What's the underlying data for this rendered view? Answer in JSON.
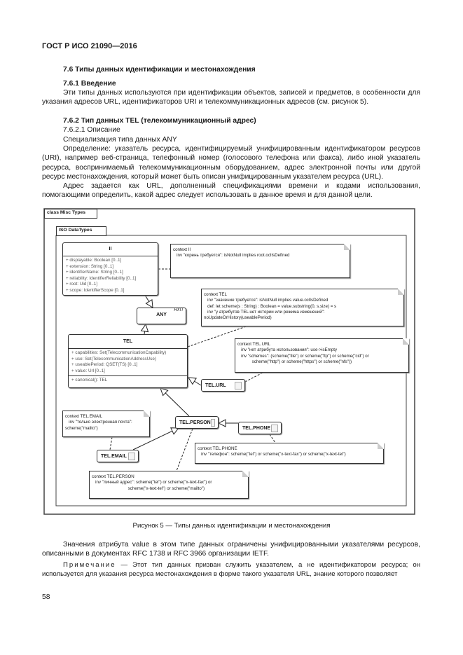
{
  "header": "ГОСТ Р ИСО 21090—2016",
  "section": {
    "title": "7.6 Типы данных идентификации и местонахождения",
    "sub1": "7.6.1 Введение",
    "p1": "Эти типы данных используются при идентификации объектов, записей и предметов, в особенности для указания адресов URL, идентификаторов URI и телекоммуникационных адресов (см. рисунок 5).",
    "sub2": "7.6.2 Тип данных TEL (телекоммуникационный адрес)",
    "sub3": "7.6.2.1 Описание",
    "p2": "Специализация типа данных ANY",
    "p3": "Определение: указатель ресурса, идентифицируемый унифицированным идентификатором ресурсов (URI), например веб-страница, телефонный номер (голосового телефона или факса), либо иной указатель ресурса, воспринимаемый телекоммуникационным оборудованием, адрес электронной почты или другой ресурс местонахождения, который может быть описан унифицированным указателем ресурса (URL).",
    "p4": "Адрес задается как URL, дополненный спецификациями времени и кодами использования, помогающими определить, какой адрес следует использовать в данное время и для данной цели."
  },
  "diagram": {
    "frame": "class Misc Types",
    "package": "ISO DataTypes",
    "ii": {
      "name": "II",
      "attrs": [
        "+   displayable: Boolean [0..1]",
        "+   extension: String [0..1]",
        "+   identifierName: String [0..1]",
        "+   reliability: IdentifierReliability [0..1]",
        "+   root: Uid [0..1]",
        "+   scope: IdentifierScope [0..1]"
      ]
    },
    "any": {
      "name": "ANY",
      "stereo": "HXIT"
    },
    "tel": {
      "name": "TEL",
      "attrs": [
        "+   capabilities: Set(TelecommunicationCapability)",
        "+   use: Set(TelecommunicationAddressUse)",
        "+   useablePeriod: QSET(TS) [0..1]",
        "+   value: Url [0..1]"
      ],
      "ops": [
        "+   canonical(): TEL"
      ]
    },
    "url": "TEL.URL",
    "person": "TEL.PERSON",
    "phone": "TEL.PHONE",
    "email": "TEL.EMAIL",
    "notes": {
      "ii": [
        "context II",
        "   inv \"корень требуется\": isNotNull implies root.oclIsDefined"
      ],
      "tel": [
        "context TEL",
        "   inv \"значение требуется\": isNotNull implies value.oclIsDefined",
        "   def: let scheme(s : String) : Boolean = value.substring(0, s.size) = s",
        "   inv \"у атрибутов TEL нет истории или режима изменений\":",
        "noUpdateOrHistory(useablePeriod)"
      ],
      "url": [
        "context TEL.URL",
        "   inv \"нет атрибута использования\": use->isEmpty",
        "   inv \"schemes\": (scheme(\"file\") or scheme(\"ftp\") or scheme(\"cid\") or",
        "            scheme(\"http\") or scheme(\"https\") or scheme(\"nfs\"))"
      ],
      "email": [
        "context TEL.EMAIL",
        "   inv \"только электронная почта\":",
        "scheme(\"mailto\")"
      ],
      "phone": [
        "context TEL.PHONE",
        "   inv \"телефон\": scheme(\"tel\") or scheme(\"x-text-fax\") or scheme(\"x-text-tel\")"
      ],
      "person": [
        "context TEL.PERSON",
        "   inv \"личный адрес\": scheme(\"tel\") or scheme(\"x-text-fax\") or",
        "                              scheme(\"x-text-tel\") or scheme(\"mailto\")"
      ]
    }
  },
  "caption": "Рисунок 5 — Типы данных идентификации и местонахождения",
  "p5": "Значения атрибута value в этом типе данных ограничены унифицированными указателями ресурсов, описанными в документах RFC 1738 и RFC 3966 организации IETF.",
  "note_label": "Примечание",
  "note_text": " — Этот тип данных призван служить указателем, а не идентификатором ресурса; он используется для указания ресурса местонахождения в форме такого указателя URL, знание которого позволяет",
  "page_number": "58"
}
